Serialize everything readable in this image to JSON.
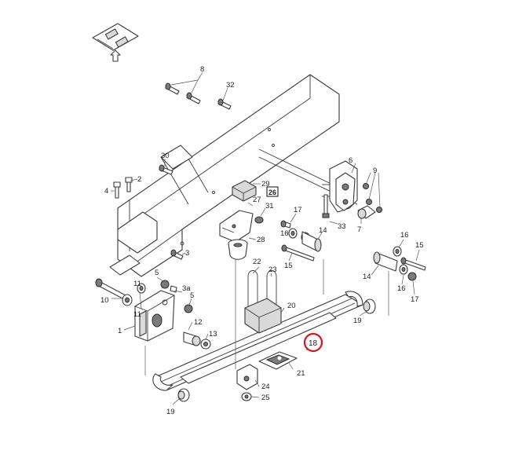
{
  "diagram": {
    "labels": {
      "l1": "1",
      "l2": "2",
      "l3": "3",
      "l3a": "3a",
      "l4": "4",
      "l5a": "5",
      "l5b": "5",
      "l6": "6",
      "l7": "7",
      "l8": "8",
      "l9": "9",
      "l10": "10",
      "l11a": "11",
      "l11b": "11",
      "l12": "12",
      "l13": "13",
      "l14a": "14",
      "l14b": "14",
      "l15a": "15",
      "l15b": "15",
      "l16a": "16",
      "l16b": "16",
      "l16c": "16",
      "l17a": "17",
      "l17b": "17",
      "l18": "18",
      "l19a": "19",
      "l19b": "19",
      "l20": "20",
      "l21": "21",
      "l22": "22",
      "l23": "23",
      "l24": "24",
      "l25": "25",
      "l26": "26",
      "l27": "27",
      "l28": "28",
      "l29": "29",
      "l30": "30",
      "l31": "31",
      "l32": "32",
      "l33": "33"
    },
    "highlight_color": "#d8141b"
  }
}
